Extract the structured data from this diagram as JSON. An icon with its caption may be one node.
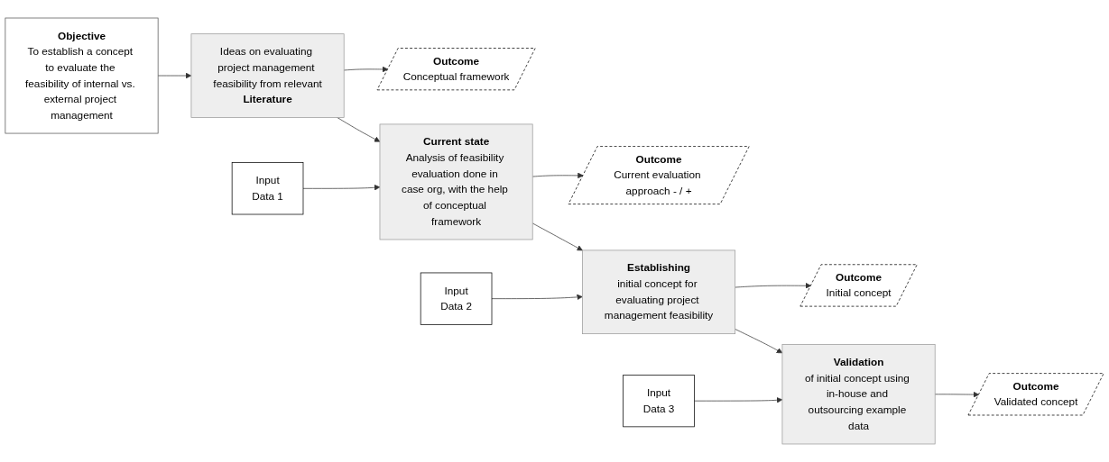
{
  "diagram": {
    "nodes": [
      {
        "text": [
          "Objective",
          "To establish a concept to evaluate the feasibility of internal vs. external project management"
        ]
      },
      {
        "text": [
          "Ideas on evaluating project management feasibility from relevant",
          "Literature"
        ]
      },
      {
        "text": [
          "Current state",
          "Analysis of feasibility evaluation done in case org, with the help of conceptual framework"
        ]
      },
      {
        "text": [
          "Establishing",
          "initial concept for evaluating project management feasibility"
        ]
      },
      {
        "text": [
          "Validation",
          "of initial concept using in-house and outsourcing example data"
        ]
      },
      {
        "text": [
          "Outcome",
          "Conceptual framework"
        ]
      },
      {
        "text": [
          "Outcome",
          "Current evaluation approach - / +"
        ]
      },
      {
        "text": [
          "Outcome",
          "Initial concept"
        ]
      },
      {
        "text": [
          "Outcome",
          "Validated concept"
        ]
      },
      {
        "text": [
          "Input",
          "Data 1"
        ]
      },
      {
        "text": [
          "Input",
          "Data 2"
        ]
      },
      {
        "text": [
          "Input",
          "Data 3"
        ]
      }
    ],
    "edges": [
      {
        "from": 0,
        "to": 1,
        "arrow": "to"
      },
      {
        "from": 1,
        "to": 2,
        "arrow": "to"
      },
      {
        "from": 2,
        "to": 3,
        "arrow": "to"
      },
      {
        "from": 3,
        "to": 4,
        "arrow": "to"
      },
      {
        "from": 1,
        "to": 5,
        "arrow": "to"
      },
      {
        "from": 2,
        "to": 6,
        "arrow": "to"
      },
      {
        "from": 3,
        "to": 7,
        "arrow": "to"
      },
      {
        "from": 4,
        "to": 8,
        "arrow": "to"
      },
      {
        "from": 9,
        "to": 2,
        "arrow": "to"
      },
      {
        "from": 10,
        "to": 3,
        "arrow": "to"
      },
      {
        "from": 11,
        "to": 4,
        "arrow": "to"
      }
    ]
  }
}
